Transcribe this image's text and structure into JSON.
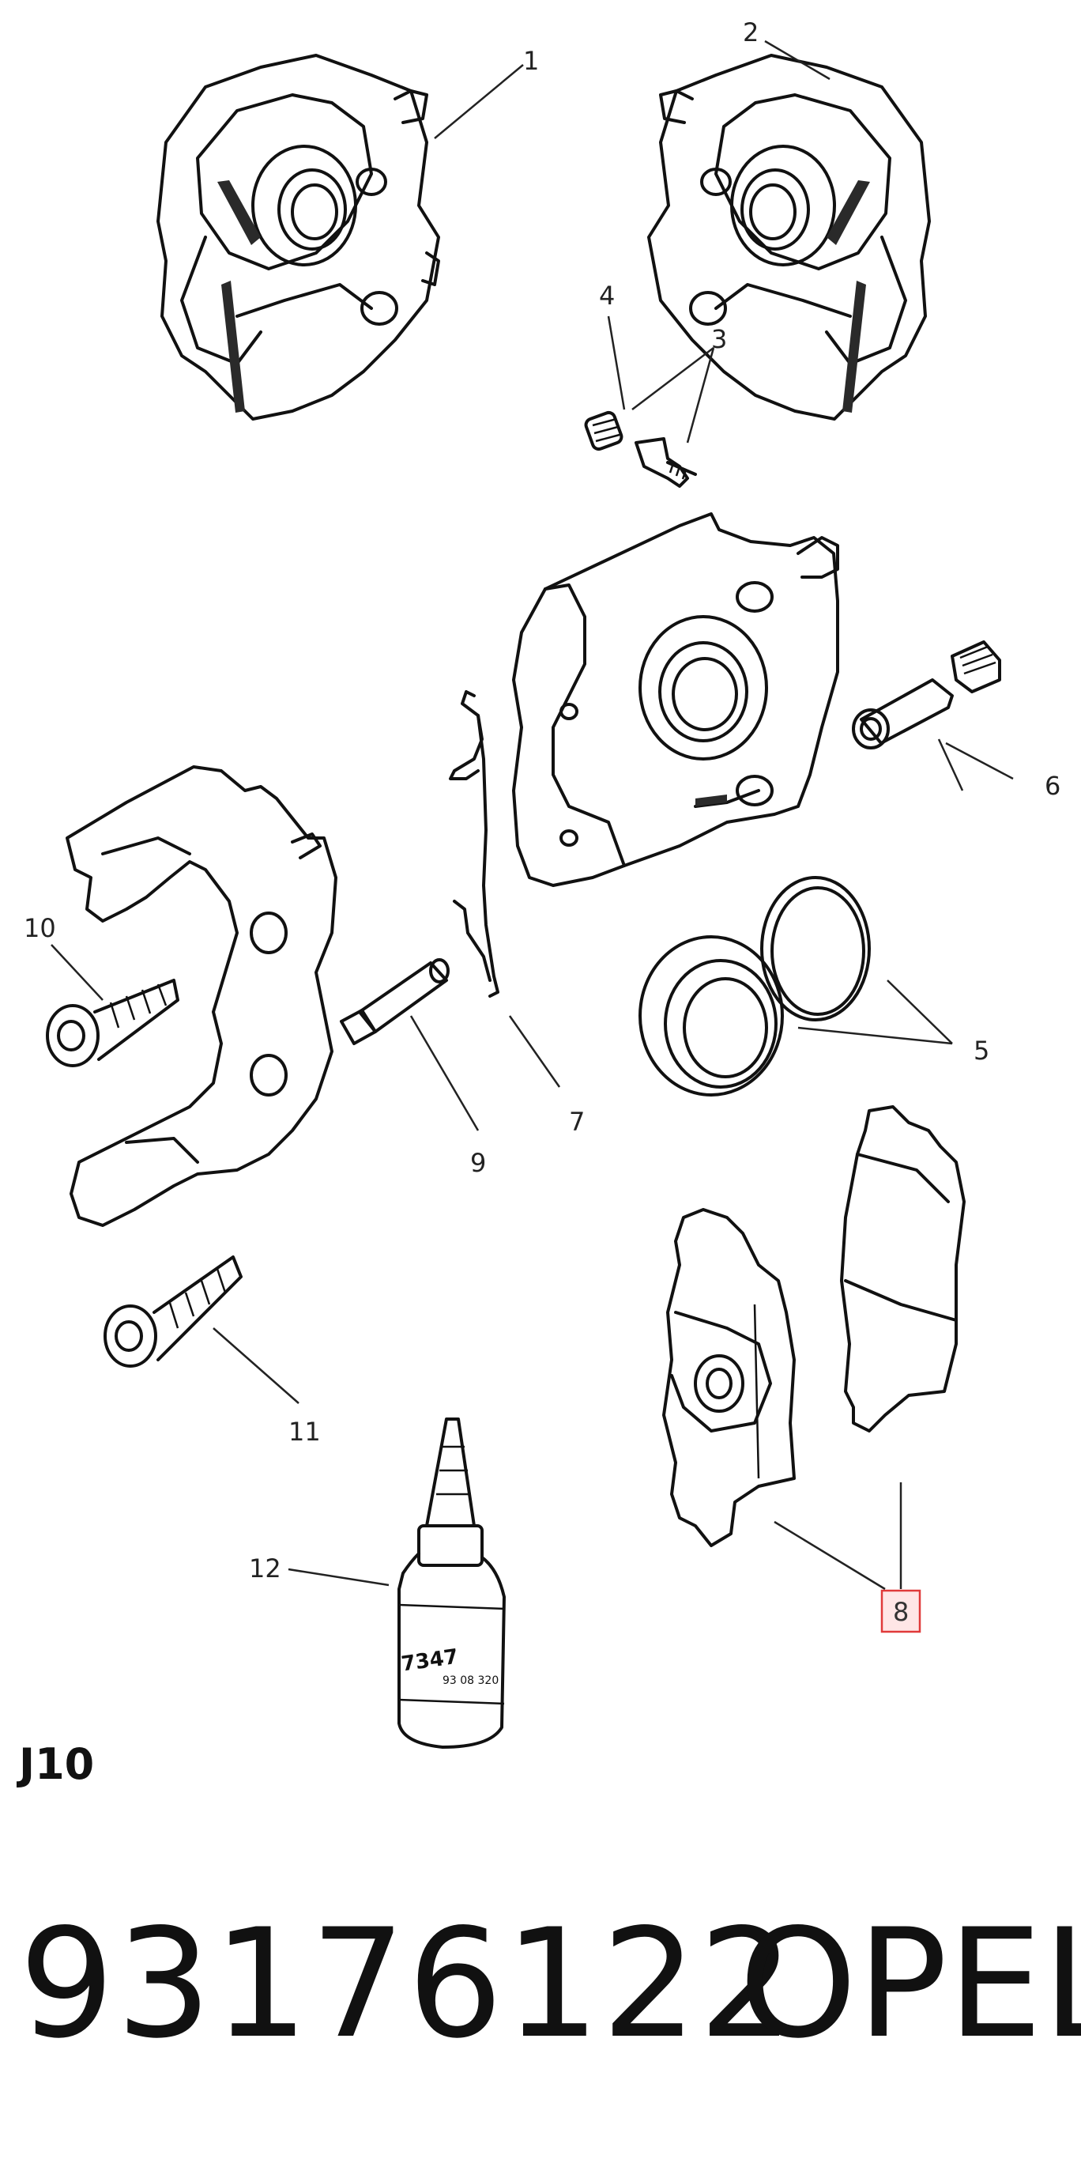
{
  "diagram": {
    "callouts": [
      "1",
      "2",
      "3",
      "4",
      "5",
      "6",
      "7",
      "8",
      "9",
      "10",
      "11",
      "12"
    ],
    "highlighted_callout": "8",
    "bottle_label": "7347",
    "bottle_sublabel": "93 08 320"
  },
  "footer": {
    "page_code": "J10",
    "part_number": "93176122",
    "brand": "OPEL"
  },
  "colors": {
    "line": "#111111",
    "highlight_border": "#e03a3a",
    "highlight_fill": "#ffe6e6"
  }
}
